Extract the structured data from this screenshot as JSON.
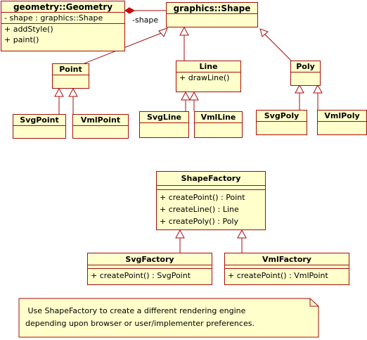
{
  "classes": {
    "geometry": {
      "name": "geometry::Geometry",
      "attributes": [
        "- shape : graphics::Shape"
      ],
      "operations": [
        "+ addStyle()",
        "+ paint()"
      ]
    },
    "shape": {
      "name": "graphics::Shape"
    },
    "point": {
      "name": "Point"
    },
    "line": {
      "name": "Line",
      "operations": [
        "+ drawLine()"
      ]
    },
    "poly": {
      "name": "Poly"
    },
    "svgpoint": {
      "name": "SvgPoint"
    },
    "vmlpoint": {
      "name": "VmlPoint"
    },
    "svgline": {
      "name": "SvgLine"
    },
    "vmlline": {
      "name": "VmlLine"
    },
    "svgpoly": {
      "name": "SvgPoly"
    },
    "vmlpoly": {
      "name": "VmlPoly"
    },
    "shapefactory": {
      "name": "ShapeFactory",
      "operations": [
        "+ createPoint() : Point",
        "+ createLine() : Line",
        "+ createPoly() : Poly"
      ]
    },
    "svgfactory": {
      "name": "SvgFactory",
      "operations": [
        "+ createPoint() : SvgPoint"
      ]
    },
    "vmlfactory": {
      "name": "VmlFactory",
      "operations": [
        "+ createPoint() : VmlPoint"
      ]
    }
  },
  "association_label": "-shape",
  "note": {
    "line1": " Use ShapeFactory to create a different rendering engine",
    "line2": "depending upon browser or user/implementer preferences."
  },
  "colors": {
    "box_fill": "#ffffcc",
    "stroke": "#a50d0d"
  }
}
